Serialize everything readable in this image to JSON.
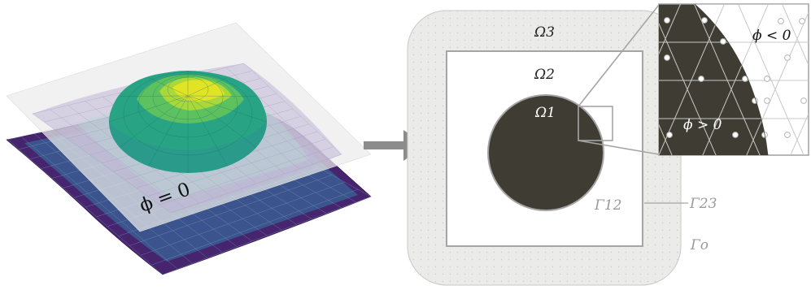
{
  "surface": {
    "level_set_label": "ϕ = 0",
    "colors": {
      "low": "#440154",
      "mid": "#21918c",
      "high": "#fde725",
      "plane": "#ececec"
    }
  },
  "arrow": {
    "color": "#8c8c8c"
  },
  "domains": {
    "omega3": "Ω3",
    "omega2": "Ω2",
    "omega1": "Ω1",
    "gamma12": "Γ12",
    "gamma23": "Γ23",
    "gamma_o": "Γo",
    "colors": {
      "outer_fill": "#ebebea",
      "inner_fill": "#ffffff",
      "circle_fill": "#3f3d33",
      "border": "#a5a5a5"
    }
  },
  "zoom": {
    "phi_negative": "ϕ < 0",
    "phi_positive": "ϕ > 0"
  }
}
